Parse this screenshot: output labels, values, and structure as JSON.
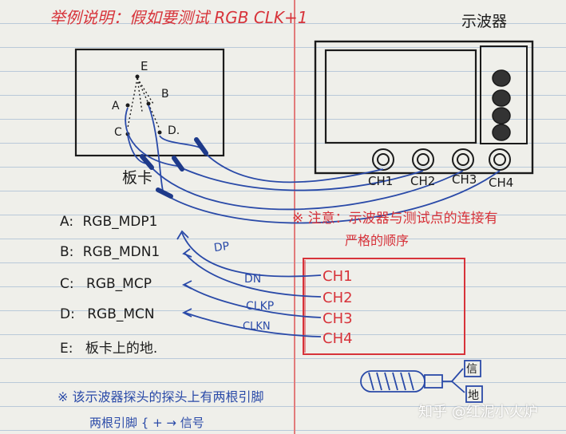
{
  "title": "举例说明：假如要测试 RGB CLK+1",
  "scope_label": "示波器",
  "board_label": "板卡",
  "points": [
    "E",
    "A",
    "B",
    "C",
    "D."
  ],
  "scope_channels": [
    "CH1",
    "CH2",
    "CH3",
    "CH4"
  ],
  "note_red": {
    "line1": "※ 注意：示波器与测试点的连接有",
    "line2": "严格的顺序"
  },
  "legend": [
    {
      "key": "A:",
      "value": "RGB_MDP1"
    },
    {
      "key": "B:",
      "value": "RGB_MDN1"
    },
    {
      "key": "C:",
      "value": "RGB_MCP"
    },
    {
      "key": "D:",
      "value": "RGB_MCN"
    },
    {
      "key": "E:",
      "value": "板卡上的地."
    }
  ],
  "signal_labels": [
    "DP",
    "DN",
    "CLKP",
    "CLKN"
  ],
  "box_channels": [
    "CH1",
    "CH2",
    "CH3",
    "CH4"
  ],
  "probe_tips": [
    "信",
    "地"
  ],
  "bottom_note": "※ 该示波器探头的探头上有两根引脚",
  "bottom_note2": "两根引脚 { + → 信号",
  "watermark": "知乎 @红泥小火炉",
  "colors": {
    "red": "#d7333a",
    "blue": "#2a4aa8",
    "ink": "#1b1b1b"
  }
}
